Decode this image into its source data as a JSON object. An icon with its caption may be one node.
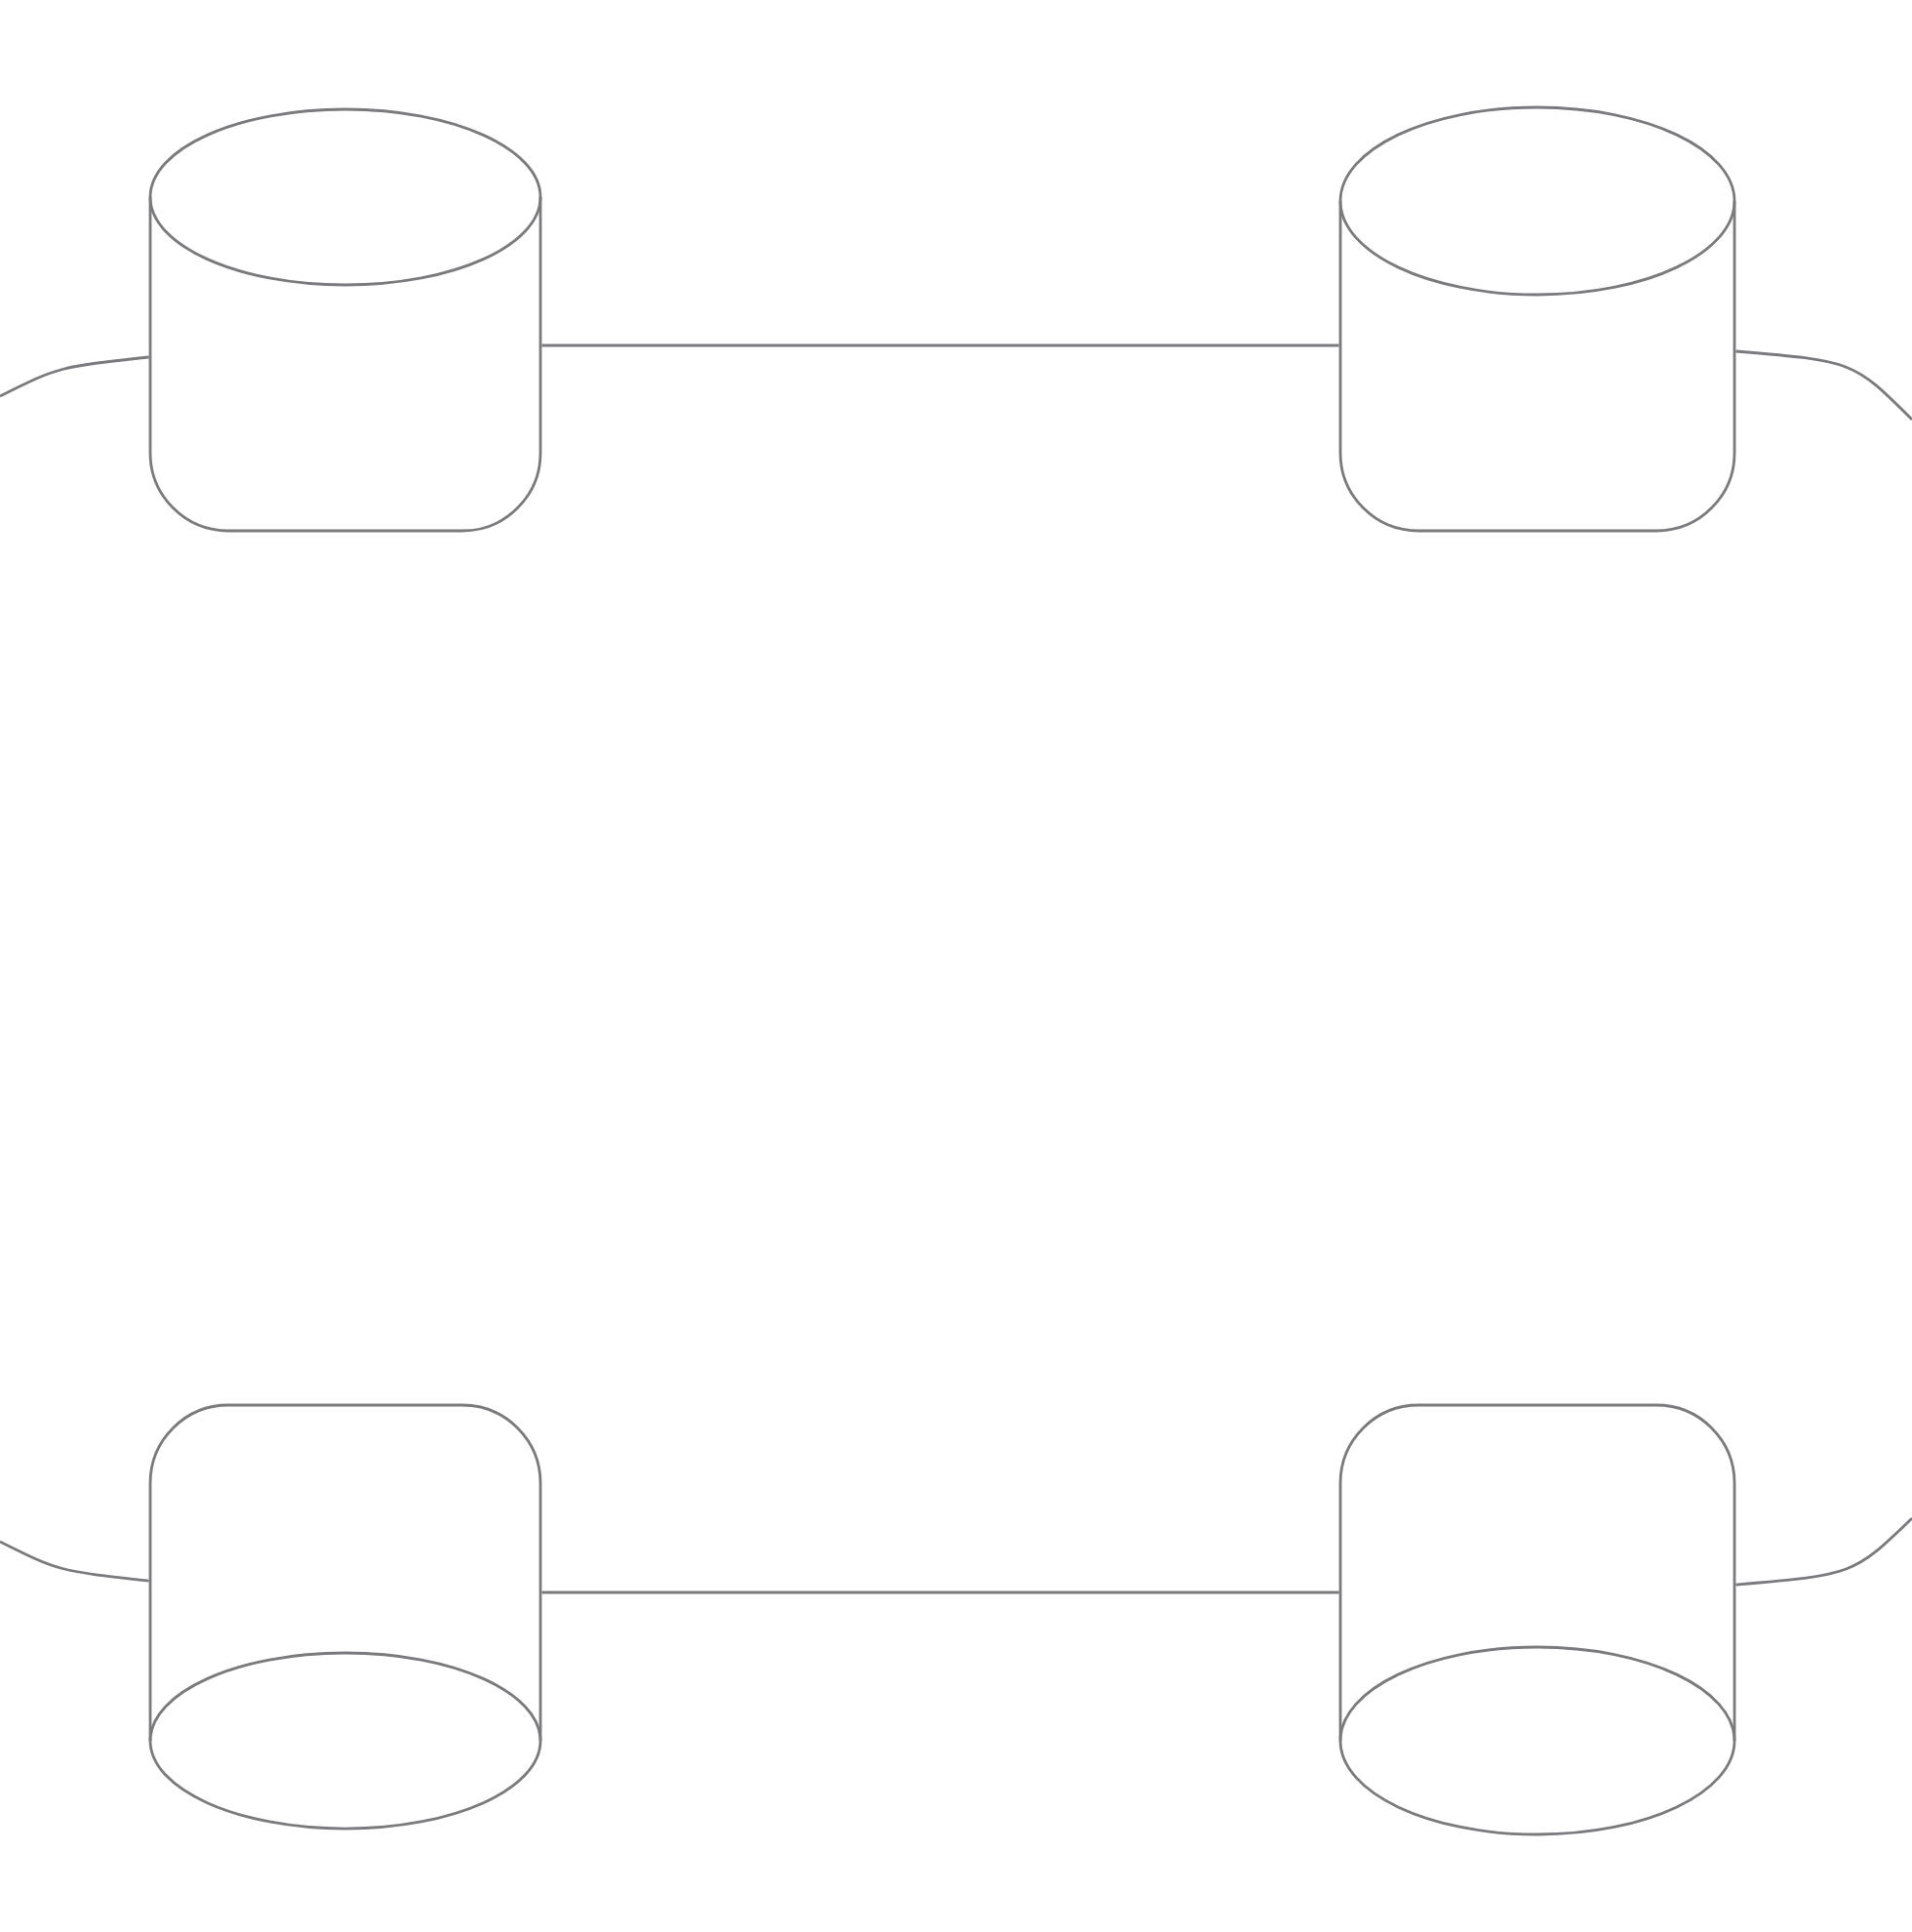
{
  "diagram": {
    "nodes": [
      {
        "text": [],
        "shape": "cylinder"
      },
      {
        "text": [],
        "shape": "cylinder"
      },
      {
        "text": [],
        "shape": "cylinder"
      },
      {
        "text": [],
        "shape": "cylinder"
      }
    ],
    "edges": [
      {
        "from": 0,
        "to": 1,
        "arrow": "none"
      },
      {
        "from": 2,
        "to": 3,
        "arrow": "none"
      },
      {
        "from": 0,
        "to": null,
        "arrow": "none"
      },
      {
        "from": 2,
        "to": null,
        "arrow": "none"
      },
      {
        "from": 1,
        "to": null,
        "arrow": "none"
      },
      {
        "from": 3,
        "to": null,
        "arrow": "none"
      }
    ]
  }
}
